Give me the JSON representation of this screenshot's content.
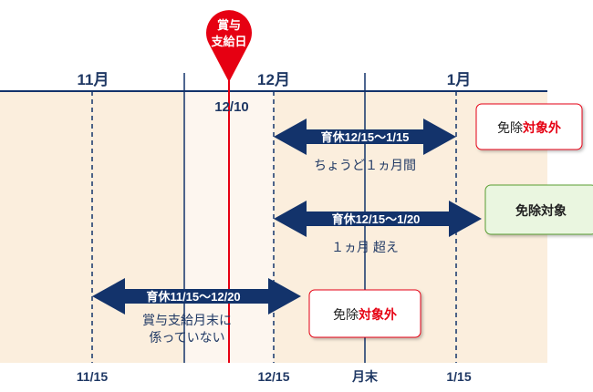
{
  "pin": {
    "line1": "賞与",
    "line2": "支給日",
    "color": "#e60012"
  },
  "months": {
    "nov": "11月",
    "dec": "12月",
    "jan": "1月"
  },
  "bottom_labels": {
    "d1115": "11/15",
    "d1215": "12/15",
    "monthend": "月末",
    "d0115": "1/15"
  },
  "payday_label": "12/10",
  "arrows": [
    {
      "text": "育休12/15～1/15",
      "note": [
        "ちょうど１ヵ月間"
      ]
    },
    {
      "text": "育休12/15～1/20",
      "note": [
        "１ヵ月 超え"
      ]
    },
    {
      "text": "育休11/15～12/20",
      "note": [
        "賞与支給月末に",
        "係っていない"
      ]
    }
  ],
  "callouts": [
    {
      "plain": "免除",
      "emph": "対象外",
      "border": "#e60012"
    },
    {
      "text": "免除対象",
      "border": "#5a9e32",
      "fill": "#eaf6e0"
    },
    {
      "plain": "免除",
      "emph": "対象外",
      "border": "#e60012"
    }
  ],
  "colors": {
    "navy": "#13336b",
    "background": "#fbeedd",
    "red": "#e60012"
  }
}
